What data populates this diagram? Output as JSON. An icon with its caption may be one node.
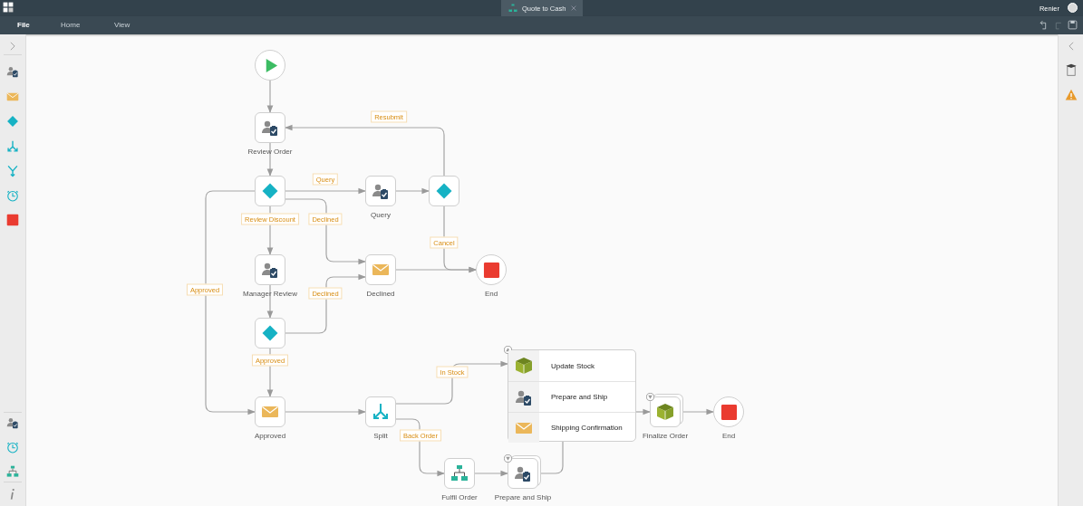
{
  "diagram": {
    "nodes": [
      {
        "text": [],
        "shape": "circle"
      },
      {
        "text": [
          "Review Order"
        ]
      },
      {
        "text": [],
        "shape": "diamond"
      },
      {
        "text": [
          "Query"
        ]
      },
      {
        "text": [],
        "shape": "diamond"
      },
      {
        "text": [
          "Manager Review"
        ]
      },
      {
        "text": [
          "Declined"
        ]
      },
      {
        "text": [
          "End"
        ]
      },
      {
        "text": [],
        "shape": "diamond"
      },
      {
        "text": [
          "Approved"
        ]
      },
      {
        "text": [
          "Split"
        ]
      },
      {
        "text": [],
        "shape": "box"
      },
      {
        "text": [
          "Update Stock"
        ],
        "in": 11
      },
      {
        "text": [
          "Prepare and Ship"
        ],
        "in": 11
      },
      {
        "text": [
          "Shipping Confirmation"
        ],
        "in": 11
      },
      {
        "text": [
          "Finalize Order"
        ]
      },
      {
        "text": [
          "End"
        ]
      },
      {
        "text": [
          "Fulfil Order"
        ]
      },
      {
        "text": [
          "Prepare and Ship"
        ]
      }
    ],
    "edges": [
      {
        "from": 0,
        "to": 1,
        "arrow": "to"
      },
      {
        "from": 1,
        "to": 2,
        "arrow": "to"
      },
      {
        "from": 2,
        "to": 3,
        "arrow": "to",
        "label": "Query"
      },
      {
        "from": 3,
        "to": 4,
        "arrow": "to"
      },
      {
        "from": 4,
        "to": 1,
        "arrow": "to",
        "label": "Resubmit"
      },
      {
        "from": 4,
        "to": 7,
        "arrow": "to",
        "label": "Cancel"
      },
      {
        "from": 2,
        "to": 5,
        "arrow": "to",
        "label": "Review Discount"
      },
      {
        "from": 2,
        "to": 6,
        "arrow": "to",
        "label": "Declined"
      },
      {
        "from": 2,
        "to": 9,
        "arrow": "to",
        "label": "Approved"
      },
      {
        "from": 5,
        "to": 8,
        "arrow": "to"
      },
      {
        "from": 8,
        "to": 6,
        "arrow": "to",
        "label": "Declined"
      },
      {
        "from": 8,
        "to": 9,
        "arrow": "to",
        "label": "Approved"
      },
      {
        "from": 6,
        "to": 7,
        "arrow": "to"
      },
      {
        "from": 9,
        "to": 10,
        "arrow": "to"
      },
      {
        "from": 10,
        "to": 11,
        "arrow": "to",
        "label": "In Stock"
      },
      {
        "from": 10,
        "to": 17,
        "arrow": "to",
        "label": "Back Order"
      },
      {
        "from": 17,
        "to": 18,
        "arrow": "to"
      },
      {
        "from": 18,
        "to": 11,
        "arrow": "none"
      },
      {
        "from": 11,
        "to": 15,
        "arrow": "to"
      },
      {
        "from": 15,
        "to": 16,
        "arrow": "to"
      }
    ],
    "labels": [
      "Quote to Cash",
      "Renier",
      "File",
      "Home",
      "View"
    ]
  }
}
